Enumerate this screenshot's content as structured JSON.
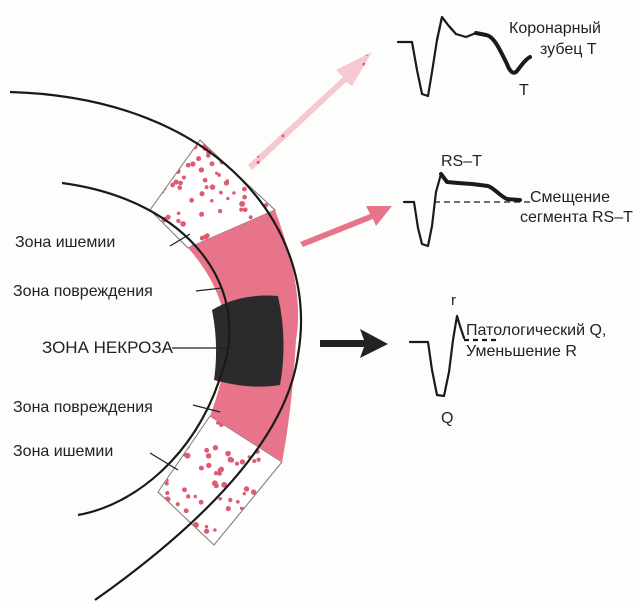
{
  "labels": {
    "ischemia_zone_top": "Зона ишемии",
    "injury_zone_top": "Зона повреждения",
    "necrosis_zone": "ЗОНА НЕКРОЗА",
    "injury_zone_bottom": "Зона повреждения",
    "ischemia_zone_bottom": "Зона ишемии"
  },
  "ecg_top": {
    "caption_line1": "Коронарный",
    "caption_line2": "зубец T",
    "wave_label": "T"
  },
  "ecg_middle": {
    "segment_label": "RS–T",
    "caption_line1": "Смещение",
    "caption_line2": "сегмента RS–T"
  },
  "ecg_bottom": {
    "r_label": "r",
    "q_label": "Q",
    "caption_line1": "Патологический Q,",
    "caption_line2": "Уменьшение R"
  },
  "colors": {
    "injury": "#e8748a",
    "ischemia_dots": "#e05a72",
    "necrosis": "#2b2b2b",
    "arrow_pink": "#e8748a",
    "arrow_dark": "#222222"
  }
}
